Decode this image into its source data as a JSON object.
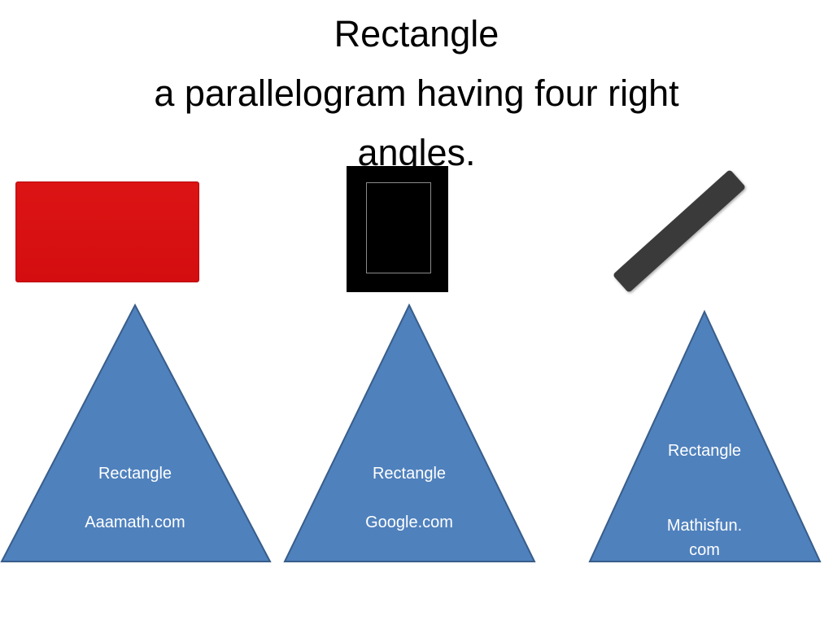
{
  "slide": {
    "title_line1": "Rectangle",
    "title_line2": "a parallelogram having four right",
    "title_line3": "angles."
  },
  "triangles": [
    {
      "label": "Rectangle",
      "source": "Aaamath.com"
    },
    {
      "label": "Rectangle",
      "source": "Google.com"
    },
    {
      "label": "Rectangle",
      "source_line1": "Mathisfun.",
      "source_line2": "com"
    }
  ],
  "colors": {
    "triangle_fill": "#4f81bd",
    "triangle_stroke": "#385d8a",
    "rect_red": "#d40d10",
    "bar_gray": "#3a3a3a"
  }
}
